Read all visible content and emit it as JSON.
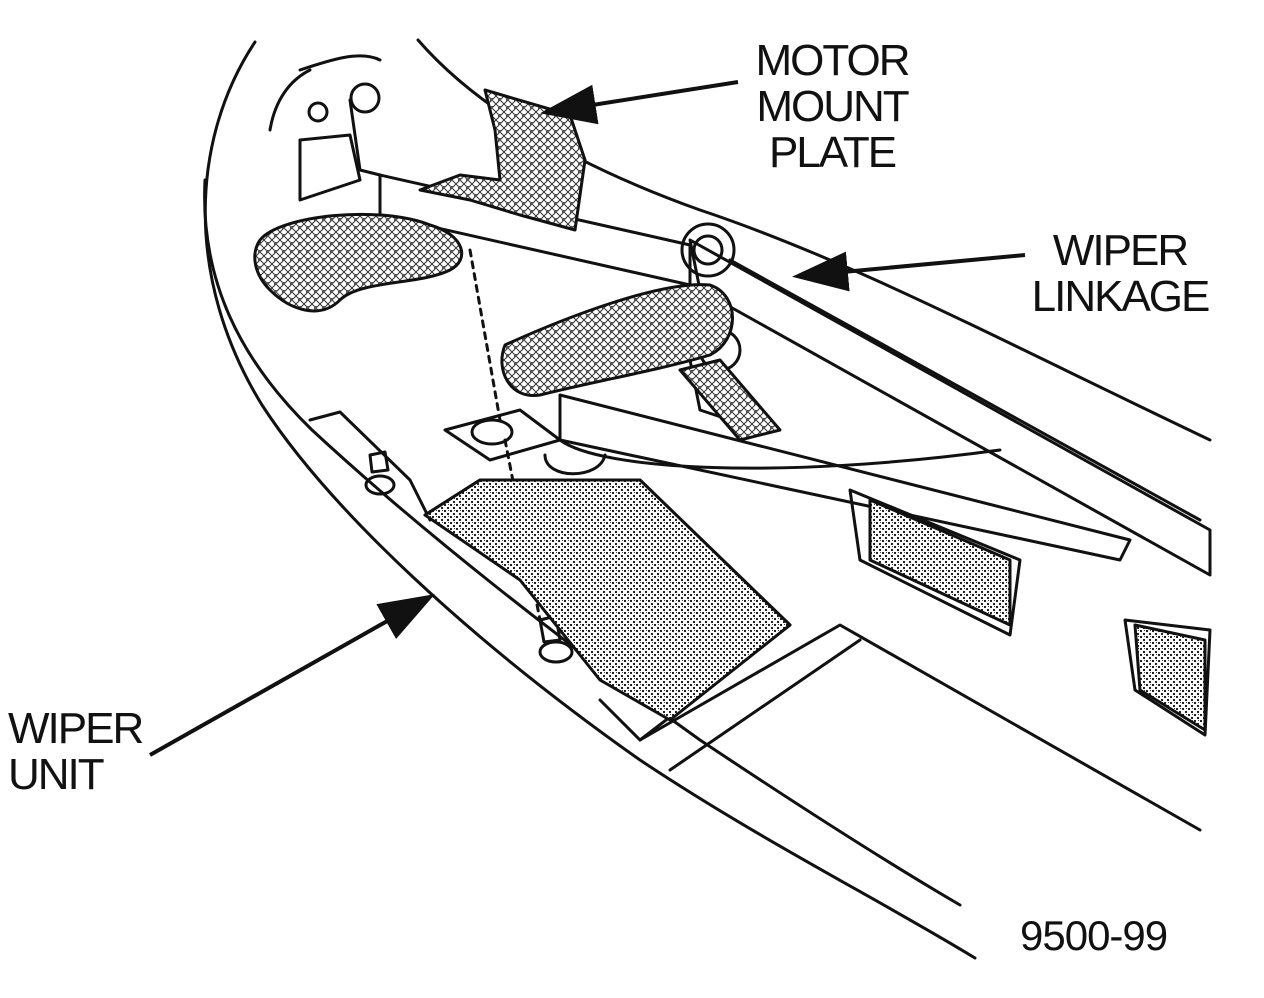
{
  "labels": {
    "motor_mount_plate": [
      "MOTOR",
      "MOUNT",
      "PLATE"
    ],
    "wiper_linkage": [
      "WIPER",
      "LINKAGE"
    ],
    "wiper_unit": [
      "WIPER",
      "UNIT"
    ]
  },
  "figure_number": "9500-99",
  "colors": {
    "ink": "#111111",
    "paper": "#ffffff"
  }
}
